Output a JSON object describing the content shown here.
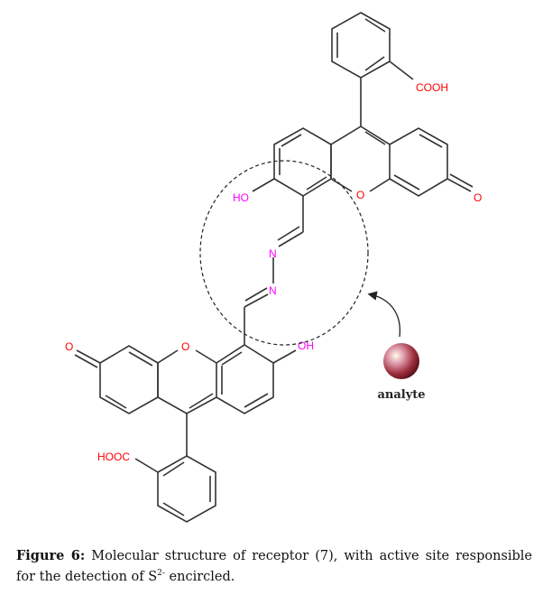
{
  "labels": {
    "cooh_top": "COOH",
    "ho_top": "HO",
    "o_ring_top": "O",
    "o_keto_top": "O",
    "n1": "N",
    "n2": "N",
    "oh_bottom": "OH",
    "o_ring_bottom": "O",
    "o_keto_bottom": "O",
    "hooc_bottom": "HOOC",
    "analyte": "analyte"
  },
  "colors": {
    "heteroatom_O": "#ff0000",
    "hydroxyl_N": "#ff00ff",
    "analyte_ball": "#8b1a2a"
  },
  "caption": {
    "label": "Figure 6:",
    "text": " Molecular structure of receptor (7), with active site responsible for the detection of S",
    "superscript": "2-",
    "text_end": " encircled."
  }
}
